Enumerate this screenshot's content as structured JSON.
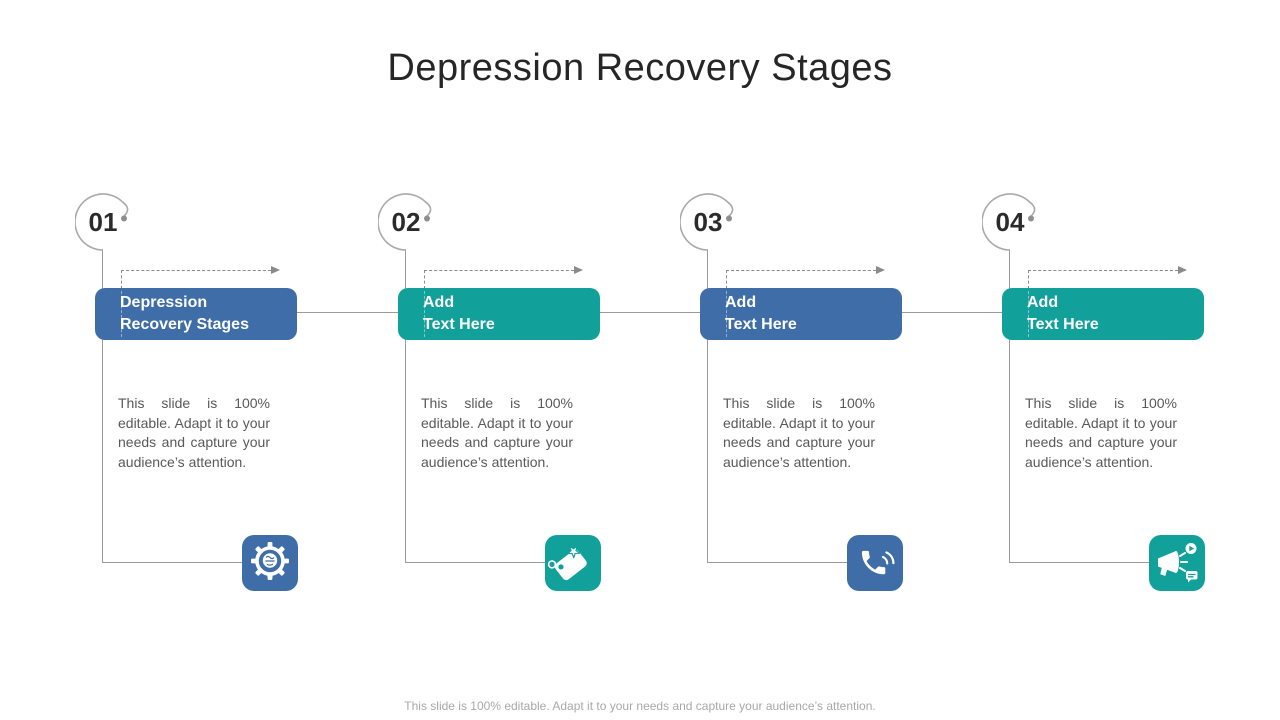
{
  "slide": {
    "title": "Depression Recovery Stages",
    "footer": "This slide is 100% editable. Adapt it to your needs and capture your audience’s attention."
  },
  "colors": {
    "accent_blue": "#3E6DA8",
    "accent_teal": "#12A09B",
    "line_gray": "#9B9B9B",
    "dashed_line_gray": "#8A8A8A",
    "title_text": "#262626",
    "body_text": "#595959",
    "footer_text": "#A8A8A8",
    "header_text": "#FFFFFF"
  },
  "stages": [
    {
      "number": "01",
      "title_line1": "Depression",
      "title_line2": "Recovery Stages",
      "body": "This slide is 100% editable. Adapt it to your needs and capture your audience’s attention.",
      "accent": "#3E6DA8",
      "icon": "brain-gear-icon"
    },
    {
      "number": "02",
      "title_line1": "Add",
      "title_line2": "Text Here",
      "body": "This slide is 100% editable. Adapt it to your needs and capture your audience’s attention.",
      "accent": "#12A09B",
      "icon": "tag-star-icon"
    },
    {
      "number": "03",
      "title_line1": "Add",
      "title_line2": "Text Here",
      "body": "This slide is 100% editable. Adapt it to your needs and capture your audience’s attention.",
      "accent": "#3E6DA8",
      "icon": "phone-icon"
    },
    {
      "number": "04",
      "title_line1": "Add",
      "title_line2": "Text Here",
      "body": "This slide is 100% editable. Adapt it to your needs and capture your audience’s attention.",
      "accent": "#12A09B",
      "icon": "megaphone-icon"
    }
  ]
}
